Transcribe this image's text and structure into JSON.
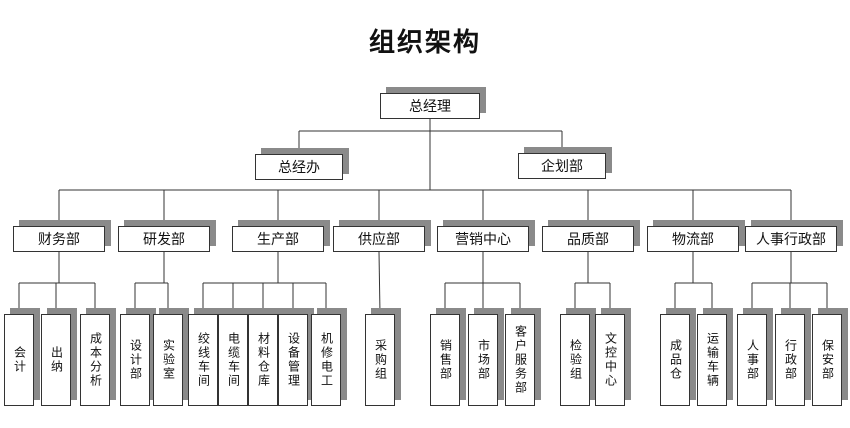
{
  "title": "组织架构",
  "nodes": {
    "ceo": "总经理",
    "office": "总经办",
    "planning": "企划部",
    "finance": "财务部",
    "rnd": "研发部",
    "production": "生产部",
    "supply": "供应部",
    "marketing": "营销中心",
    "quality": "品质部",
    "logistics": "物流部",
    "hr": "人事行政部",
    "accounting": "会计",
    "cashier": "出纳",
    "cost_analysis": "成本分析",
    "design": "设计部",
    "lab": "实验室",
    "twisting": "绞线车间",
    "cable": "电缆车间",
    "materials": "材料仓库",
    "equipment": "设备管理",
    "mech_electric": "机修电工",
    "procurement": "采购组",
    "sales": "销售部",
    "market": "市场部",
    "customer_service": "客户服务部",
    "inspection": "检验组",
    "document_control": "文控中心",
    "finished_goods": "成品仓",
    "vehicles": "运输车辆",
    "personnel": "人事部",
    "admin": "行政部",
    "security": "保安部"
  }
}
